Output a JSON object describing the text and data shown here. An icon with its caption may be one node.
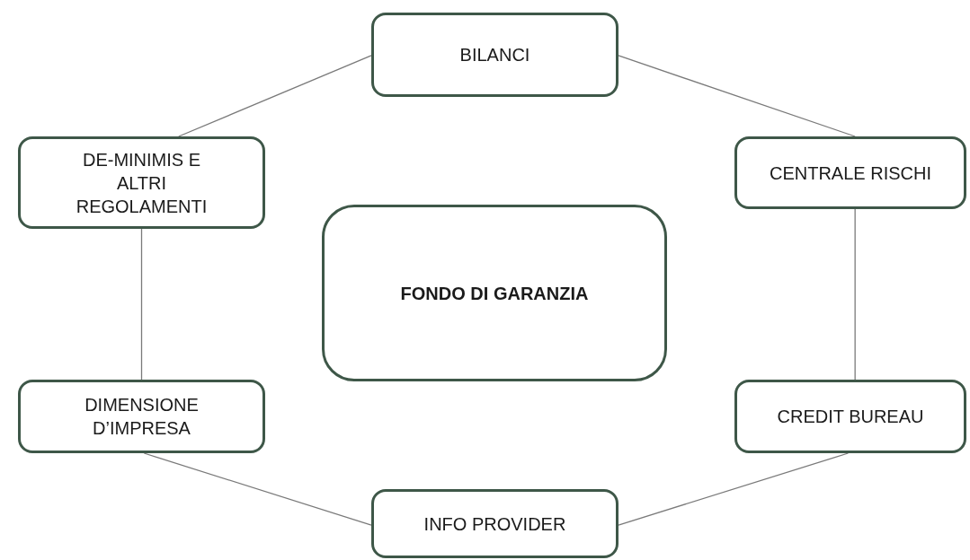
{
  "diagram": {
    "nodes": [
      {
        "text": [
          "BILANCI"
        ]
      },
      {
        "text": [
          "DE-MINIMIS E ALTRI REGOLAMENTI"
        ]
      },
      {
        "text": [
          "CENTRALE RISCHI"
        ]
      },
      {
        "text": [
          "FONDO DI GARANZIA"
        ]
      },
      {
        "text": [
          "DIMENSIONE D’IMPRESA"
        ]
      },
      {
        "text": [
          "CREDIT BUREAU"
        ]
      },
      {
        "text": [
          "INFO PROVIDER"
        ]
      }
    ],
    "edges": [
      {
        "from": 0,
        "to": 1,
        "arrow": "none"
      },
      {
        "from": 0,
        "to": 2,
        "arrow": "none"
      },
      {
        "from": 1,
        "to": 4,
        "arrow": "none"
      },
      {
        "from": 2,
        "to": 5,
        "arrow": "none"
      },
      {
        "from": 4,
        "to": 6,
        "arrow": "none"
      },
      {
        "from": 5,
        "to": 6,
        "arrow": "none"
      }
    ]
  }
}
